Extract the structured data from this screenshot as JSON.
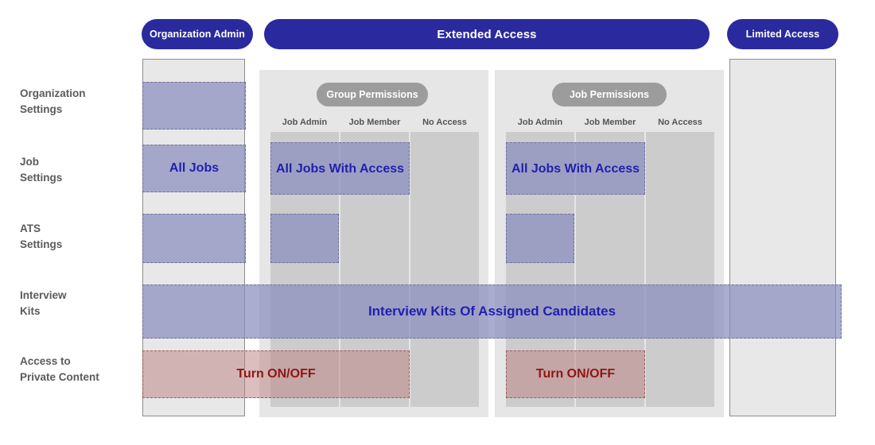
{
  "headers": {
    "org_admin": "Organization Admin",
    "extended_access": "Extended Access",
    "limited_access": "Limited Access"
  },
  "row_labels": [
    "Organization\nSettings",
    "Job\nSettings",
    "ATS\nSettings",
    "Interview\nKits",
    "Access to\nPrivate Content"
  ],
  "groups": [
    {
      "title": "Group Permissions",
      "columns": [
        "Job Admin",
        "Job Member",
        "No Access"
      ]
    },
    {
      "title": "Job Permissions",
      "columns": [
        "Job Admin",
        "Job Member",
        "No Access"
      ]
    }
  ],
  "bands": {
    "all_jobs": "All Jobs",
    "all_jobs_with_access_group": "All Jobs With Access",
    "all_jobs_with_access_job": "All Jobs With Access",
    "interview_kits": "Interview Kits Of Assigned Candidates",
    "turn_on_off_group": "Turn ON/OFF",
    "turn_on_off_job": "Turn ON/OFF",
    "org_settings_org": "",
    "ats_settings_org": "",
    "ats_settings_group": "",
    "ats_settings_job": ""
  },
  "colors": {
    "pill_blue": "#2a2a9e",
    "highlight_blue": "#8a8dbe",
    "highlight_blue_text": "#2020b0",
    "highlight_red": "#be8282",
    "highlight_red_text": "#8e1616",
    "capsule_grey": "#9c9c9c",
    "column_grey": "#cccccc",
    "panel_grey": "#e6e6e6",
    "outline_grey": "#8d8d8d",
    "label_grey": "#5b5b5b"
  }
}
